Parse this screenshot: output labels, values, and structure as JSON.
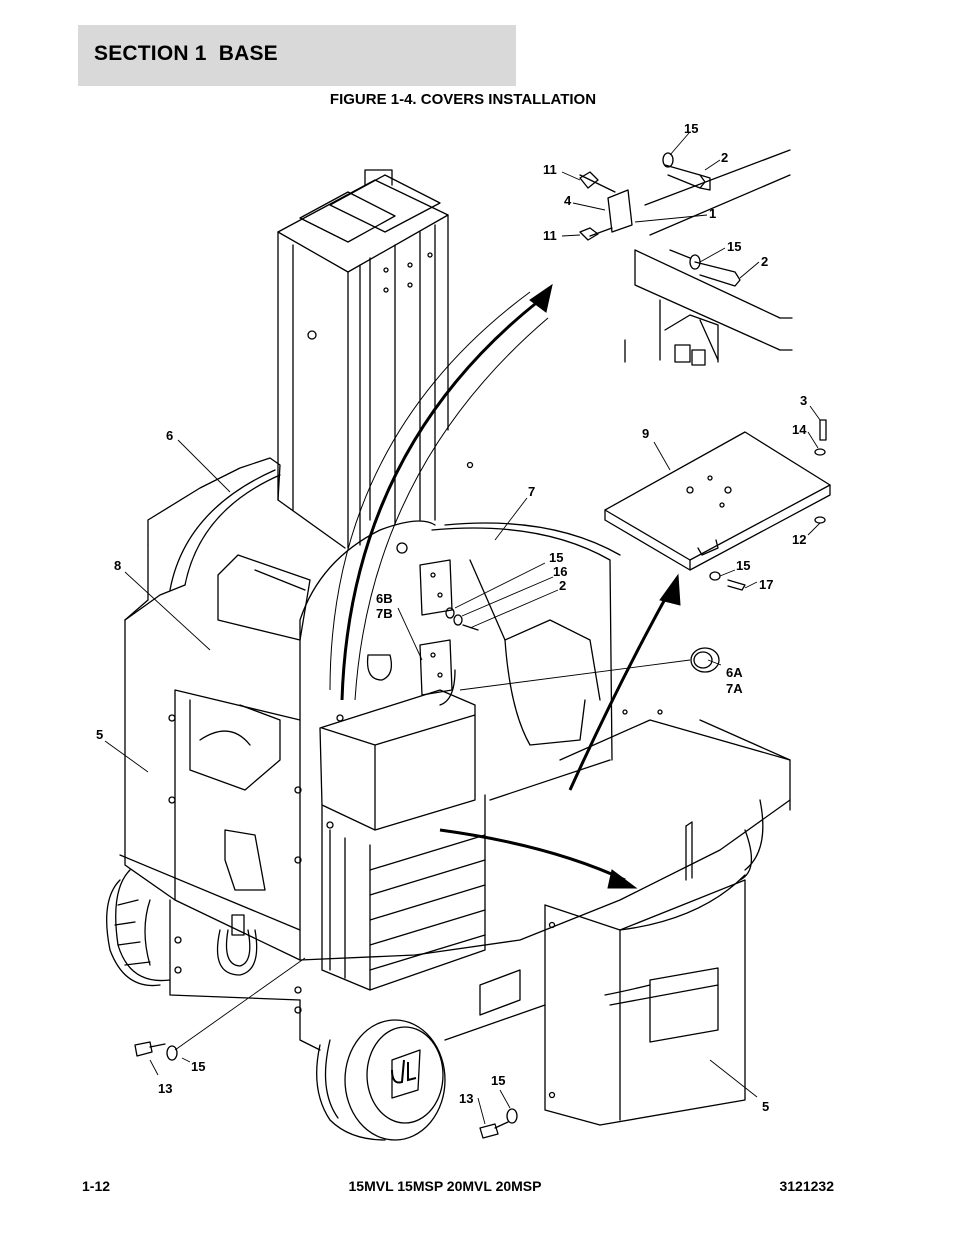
{
  "header": {
    "section": "SECTION 1  BASE"
  },
  "figure": {
    "title": "FIGURE 1-4. COVERS INSTALLATION"
  },
  "callouts": {
    "c15_top": "15",
    "c2_top": "2",
    "c11_a": "11",
    "c4": "4",
    "c1": "1",
    "c11_b": "11",
    "c15_mid": "15",
    "c2_mid": "2",
    "c3": "3",
    "c14": "14",
    "c9": "9",
    "c12": "12",
    "c15_plate": "15",
    "c17": "17",
    "c6": "6",
    "c7": "7",
    "c8": "8",
    "c15_hinge": "15",
    "c16": "16",
    "c2_hinge": "2",
    "c6b": "6B",
    "c7b": "7B",
    "c6a": "6A",
    "c7a": "7A",
    "c5_left": "5",
    "c5_right": "5",
    "c13_left": "13",
    "c15_left": "15",
    "c13_right": "13",
    "c15_right": "15"
  },
  "footer": {
    "page": "1-12",
    "models": "15MVL 15MSP 20MVL 20MSP",
    "doc_number": "3121232"
  }
}
